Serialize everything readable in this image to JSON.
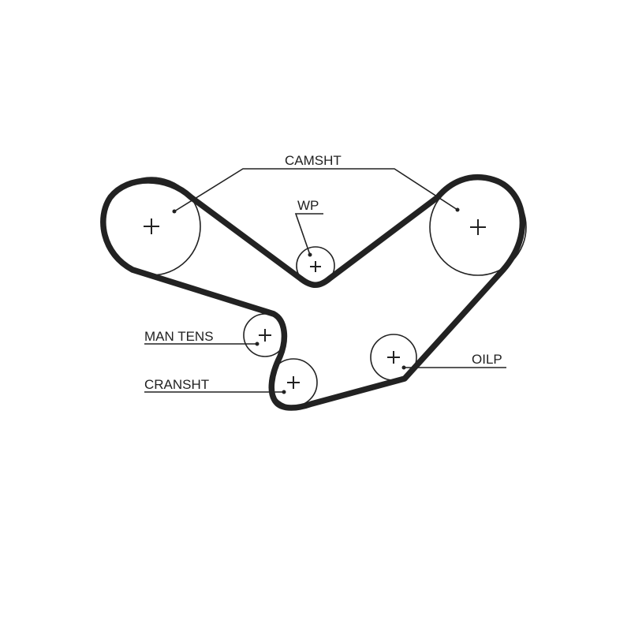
{
  "labels": {
    "camshaft": "CAMSHT",
    "water_pump": "WP",
    "manual_tensioner": "MAN TENS",
    "crankshaft": "CRANSHT",
    "oil_pump": "OILP"
  },
  "colors": {
    "line": "#222222",
    "background": "#ffffff"
  }
}
